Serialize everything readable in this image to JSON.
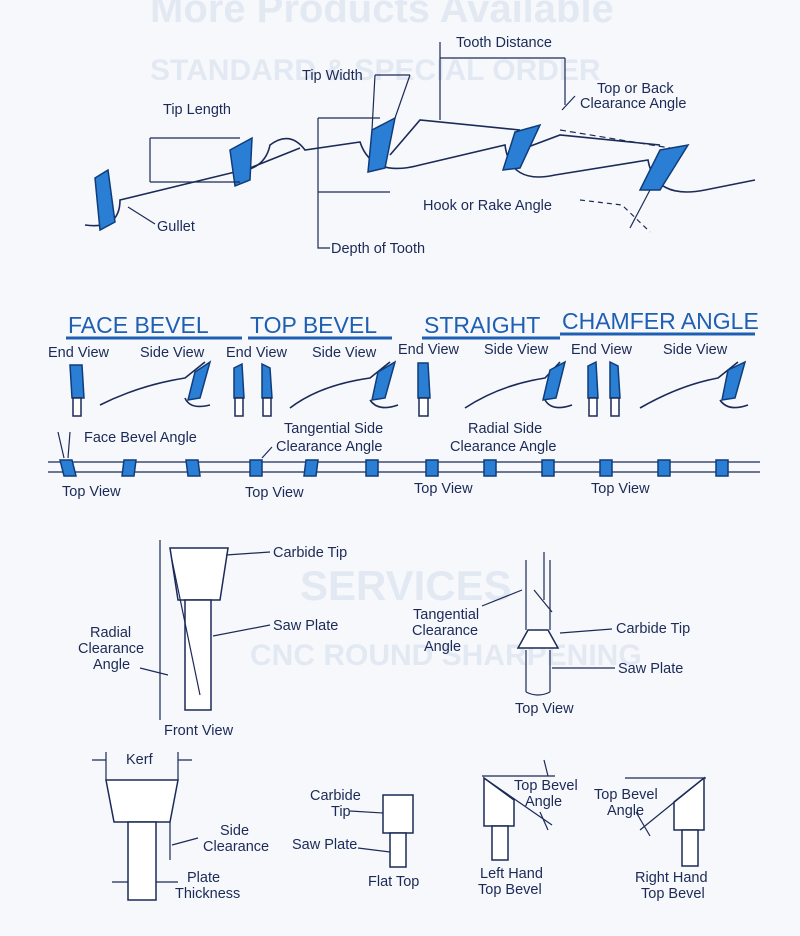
{
  "background_text": {
    "line1": "More Products Available",
    "line2": "STANDARD & SPECIAL ORDER",
    "line3": "SERVICES",
    "line4": "CNC ROUND SHARPENING"
  },
  "top_diagram": {
    "tooth_distance": "Tooth Distance",
    "tip_width": "Tip Width",
    "top_back_clearance": [
      "Top or Back",
      "Clearance Angle"
    ],
    "tip_length": "Tip Length",
    "hook_rake": "Hook or Rake Angle",
    "gullet": "Gullet",
    "depth_of_tooth": "Depth of Tooth"
  },
  "bevel_types": {
    "headers": [
      "FACE BEVEL",
      "TOP BEVEL",
      "STRAIGHT",
      "CHAMFER ANGLE"
    ],
    "end_view": "End View",
    "side_view": "Side View",
    "top_view": "Top View",
    "face_bevel_angle": "Face Bevel Angle",
    "tangential_side": [
      "Tangential Side",
      "Clearance Angle"
    ],
    "radial_side": [
      "Radial Side",
      "Clearance Angle"
    ]
  },
  "front_view": {
    "carbide_tip": "Carbide Tip",
    "saw_plate": "Saw Plate",
    "radial_clearance": [
      "Radial",
      "Clearance",
      "Angle"
    ],
    "caption": "Front View"
  },
  "top_view_diagram": {
    "tangential_clearance": [
      "Tangential",
      "Clearance",
      "Angle"
    ],
    "carbide_tip": "Carbide Tip",
    "saw_plate": "Saw Plate",
    "caption": "Top View"
  },
  "kerf_diagram": {
    "kerf": "Kerf",
    "side_clearance": [
      "Side",
      "Clearance"
    ],
    "plate_thickness": [
      "Plate",
      "Thickness"
    ]
  },
  "flat_top": {
    "carbide_tip": [
      "Carbide",
      "Tip"
    ],
    "saw_plate": "Saw Plate",
    "caption": "Flat Top"
  },
  "left_bevel": {
    "angle": [
      "Top Bevel",
      "Angle"
    ],
    "caption": [
      "Left Hand",
      "Top Bevel"
    ]
  },
  "right_bevel": {
    "angle": [
      "Top Bevel",
      "Angle"
    ],
    "caption": [
      "Right Hand",
      "Top Bevel"
    ]
  },
  "colors": {
    "tip_blue": "#2a7fd4",
    "ink": "#1b2a57",
    "header_blue": "#1f5fb3"
  }
}
